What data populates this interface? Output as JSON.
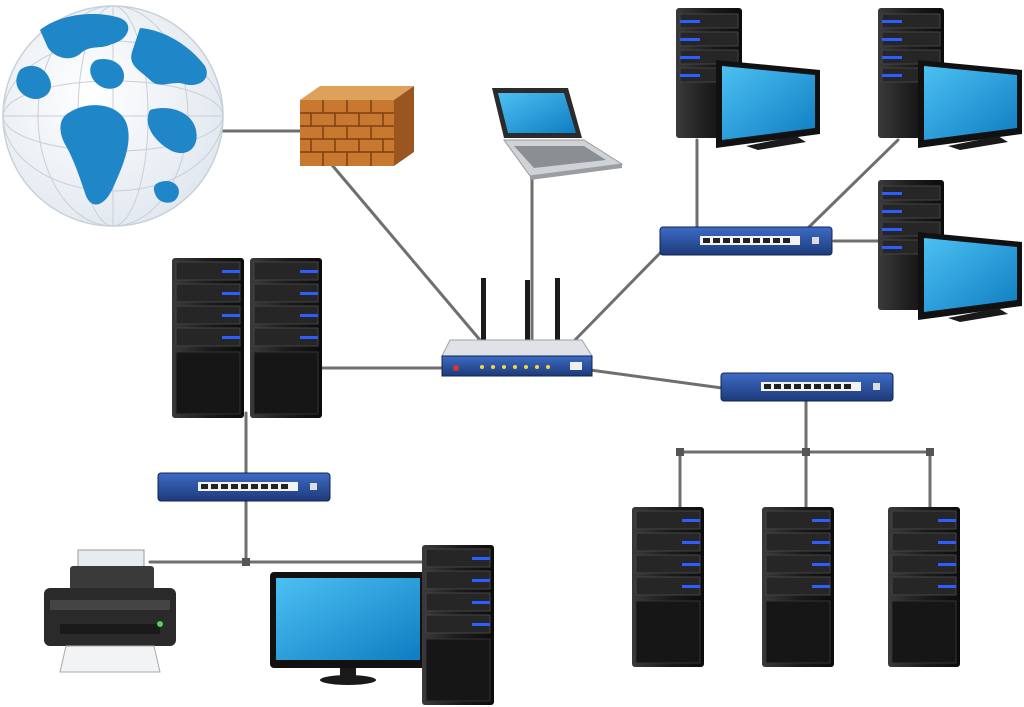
{
  "diagram": {
    "nodes": [
      {
        "id": "internet",
        "icon": "globe-icon"
      },
      {
        "id": "firewall",
        "icon": "brick-firewall-icon"
      },
      {
        "id": "laptop",
        "icon": "laptop-icon"
      },
      {
        "id": "router",
        "icon": "wireless-router-icon"
      },
      {
        "id": "switch-top-right",
        "icon": "network-switch-icon"
      },
      {
        "id": "switch-middle-right",
        "icon": "network-switch-icon"
      },
      {
        "id": "switch-left",
        "icon": "network-switch-icon"
      },
      {
        "id": "server-pair",
        "icon": "server-tower-icon"
      },
      {
        "id": "workstation-top-1",
        "icon": "desktop-workstation-icon"
      },
      {
        "id": "workstation-top-2",
        "icon": "desktop-workstation-icon"
      },
      {
        "id": "workstation-top-3",
        "icon": "desktop-workstation-icon"
      },
      {
        "id": "server-bottom-1",
        "icon": "server-tower-icon"
      },
      {
        "id": "server-bottom-2",
        "icon": "server-tower-icon"
      },
      {
        "id": "server-bottom-3",
        "icon": "server-tower-icon"
      },
      {
        "id": "printer",
        "icon": "printer-icon"
      },
      {
        "id": "desktop-bottom",
        "icon": "desktop-workstation-icon"
      }
    ],
    "connections": [
      [
        "internet",
        "firewall"
      ],
      [
        "firewall",
        "router"
      ],
      [
        "laptop",
        "router"
      ],
      [
        "router",
        "switch-top-right"
      ],
      [
        "router",
        "switch-middle-right"
      ],
      [
        "router",
        "server-pair"
      ],
      [
        "switch-top-right",
        "workstation-top-1"
      ],
      [
        "switch-top-right",
        "workstation-top-2"
      ],
      [
        "switch-top-right",
        "workstation-top-3"
      ],
      [
        "switch-middle-right",
        "server-bottom-1"
      ],
      [
        "switch-middle-right",
        "server-bottom-2"
      ],
      [
        "switch-middle-right",
        "server-bottom-3"
      ],
      [
        "server-pair",
        "switch-left"
      ],
      [
        "switch-left",
        "printer"
      ],
      [
        "switch-left",
        "desktop-bottom"
      ]
    ],
    "colors": {
      "globe_ocean": "#ffffff",
      "globe_land": "#1f86c8",
      "switch_body": "#2a4f9c",
      "server_body": "#1a1a1a",
      "server_led": "#2d5cff",
      "screen": "#1e9fe0",
      "firewall": "#c9782f",
      "cable": "#6f6f6f"
    }
  }
}
